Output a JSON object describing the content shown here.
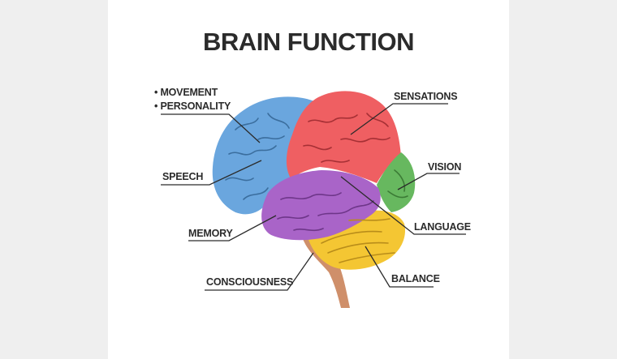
{
  "title": "BRAIN FUNCTION",
  "labels": {
    "movement": "• MOVEMENT",
    "personality": "• PERSONALITY",
    "sensations": "SENSATIONS",
    "speech": "SPEECH",
    "vision": "VISION",
    "memory": "MEMORY",
    "language": "LANGUAGE",
    "consciousness": "CONSCIOUSNESS",
    "balance": "BALANCE"
  },
  "colors": {
    "frontal_lobe": "#6aa6de",
    "parietal_lobe": "#ef5f62",
    "occipital_lobe": "#67b85f",
    "temporal_lobe": "#a964c8",
    "cerebellum": "#f4c633",
    "brain_stem": "#cf8f6a",
    "outline": "#2b2b2b"
  }
}
